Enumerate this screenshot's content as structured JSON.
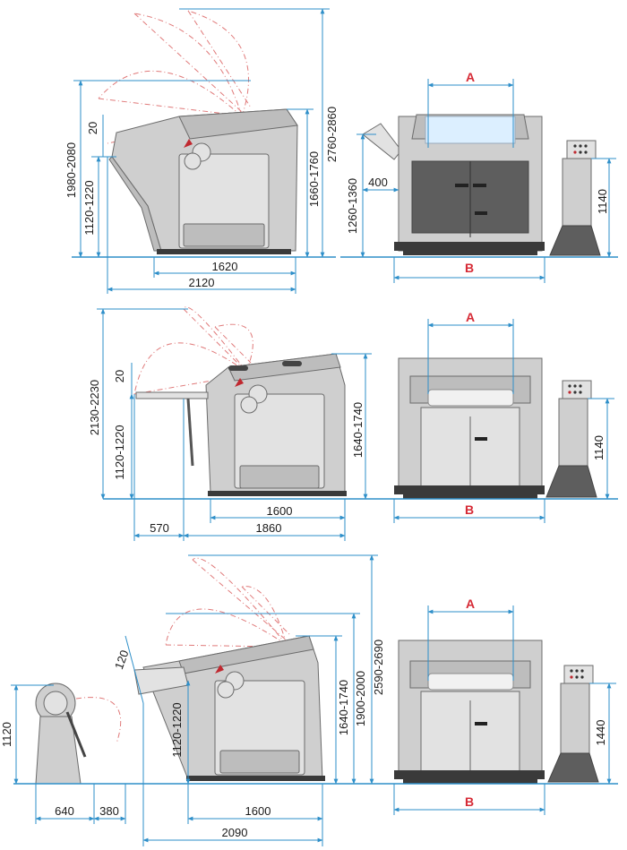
{
  "colors": {
    "dimension": "#2e8fc9",
    "label_letter": "#d62a35",
    "machine": "#cfcfcf",
    "ghost": "#e07a7a"
  },
  "row1": {
    "d_h_total": "1980-2080",
    "d_h_inner": "1120-1220",
    "d_tilt": "20",
    "d_h_top": "2760-2860",
    "d_h_body": "1660-1760",
    "d_w_base": "1620",
    "d_w_total": "2120",
    "label_A": "A",
    "label_B": "B",
    "d_chute_h": "1260-1360",
    "d_chute_w": "400",
    "d_panel_h": "1140"
  },
  "row2": {
    "d_h_total": "2130-2230",
    "d_h_inner": "1120-1220",
    "d_tilt": "20",
    "d_h_body": "1640-1740",
    "d_w_base": "1600",
    "d_w_ext": "570",
    "d_w_total": "1860",
    "label_A": "A",
    "label_B": "B",
    "d_panel_h": "1140"
  },
  "row3": {
    "d_side_h": "1120",
    "d_tilt": "120",
    "d_h_inner": "1120-1220",
    "d_h_body": "1640-1740",
    "d_h_mid": "1900-2000",
    "d_h_top": "2590-2690",
    "d_w_left": "640",
    "d_w_gap": "380",
    "d_w_base": "1600",
    "d_w_total": "2090",
    "label_A": "A",
    "label_B": "B",
    "d_panel_h": "1440"
  }
}
